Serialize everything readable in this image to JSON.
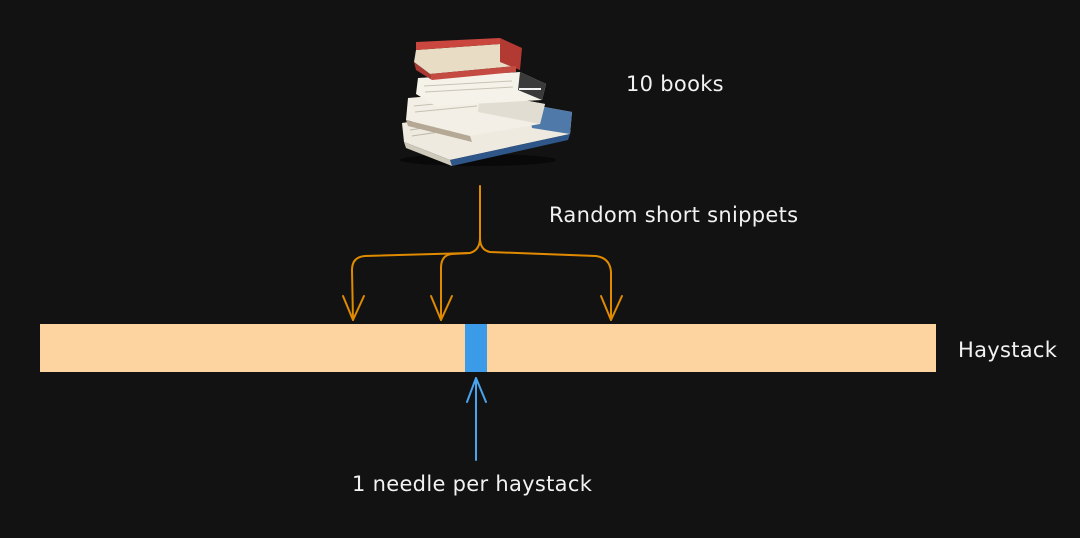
{
  "diagram": {
    "books_label": "10 books",
    "snippets_label": "Random short snippets",
    "haystack_label": "Haystack",
    "needle_label": "1 needle per haystack",
    "colors": {
      "background": "#121212",
      "haystack_fill": "#fdd39f",
      "needle_fill": "#3c9be9",
      "snippet_arrow": "#e08a00",
      "needle_arrow": "#4aa3ee",
      "text": "#f2f2f2"
    }
  }
}
